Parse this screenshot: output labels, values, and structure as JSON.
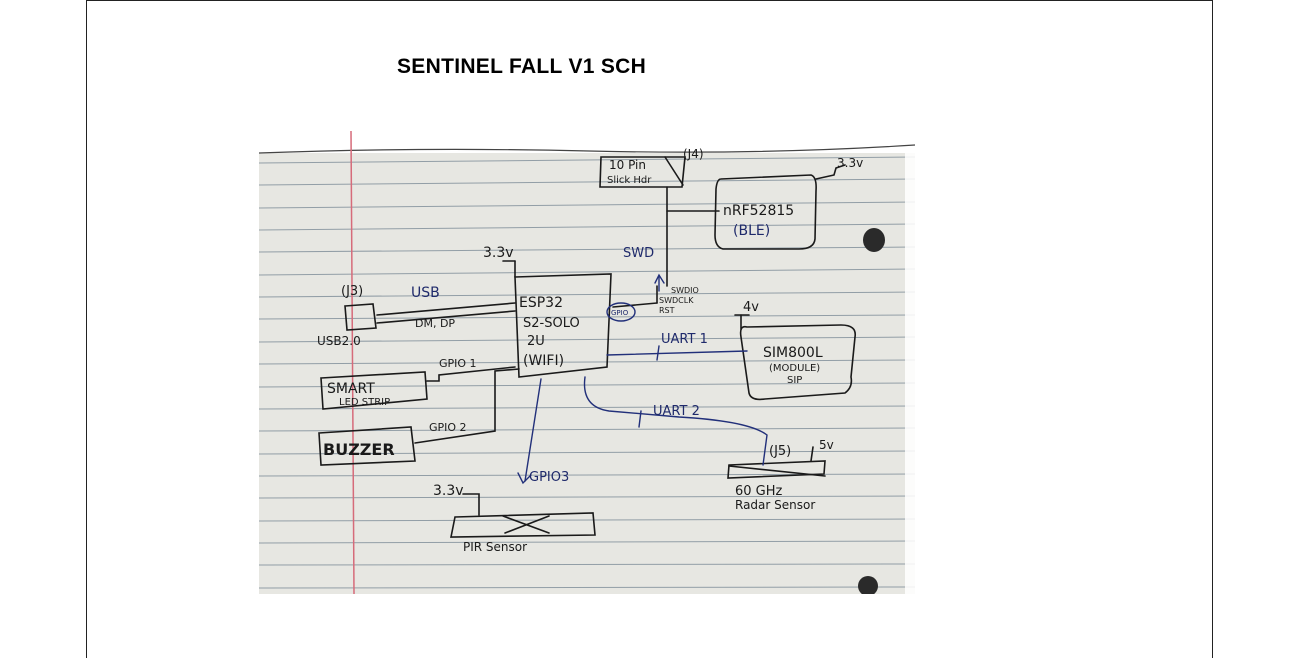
{
  "document": {
    "title": "SENTINEL FALL V1 SCH"
  },
  "sketch": {
    "debug_header": {
      "label_line1": "10 Pin",
      "label_line2": "Slick Hdr",
      "ref": "(J4)"
    },
    "ble_module": {
      "label_line1": "nRF52815",
      "label_line2": "(BLE)",
      "supply": "3.3v"
    },
    "swd_label": "SWD",
    "swd_signals": [
      "SWDIO",
      "SWDCLK",
      "RST"
    ],
    "mcu": {
      "supply": "3.3v",
      "label_lines": [
        "ESP32",
        "S2-SOLO",
        "2U",
        "(WIFI)"
      ],
      "pad_label": "GPIO"
    },
    "usb": {
      "ref": "(J3)",
      "label": "USB",
      "signals": "DM, DP",
      "connector": "USB2.0"
    },
    "led_strip": {
      "label_line1": "SMART",
      "label_line2": "LED STRIP",
      "signal": "GPIO 1"
    },
    "buzzer": {
      "label": "BUZZER",
      "signal": "GPIO 2"
    },
    "uart1": {
      "label": "UART 1"
    },
    "uart2": {
      "label": "UART 2"
    },
    "sim_module": {
      "label_line1": "SIM800L",
      "label_line2": "(MODULE)",
      "label_line3": "SIP",
      "supply": "4v"
    },
    "radar": {
      "ref": "(J5)",
      "supply": "5v",
      "label_line1": "60 GHz",
      "label_line2": "Radar Sensor"
    },
    "pir": {
      "supply": "3.3v",
      "signal": "GPIO3",
      "label": "PIR Sensor"
    }
  },
  "colors": {
    "paper": "#e6e6e1",
    "rule_line": "#6f7f8d",
    "margin_line": "#d66b7a",
    "ink_black": "#1a1a1a",
    "ink_blue": "#1f2a6b"
  }
}
